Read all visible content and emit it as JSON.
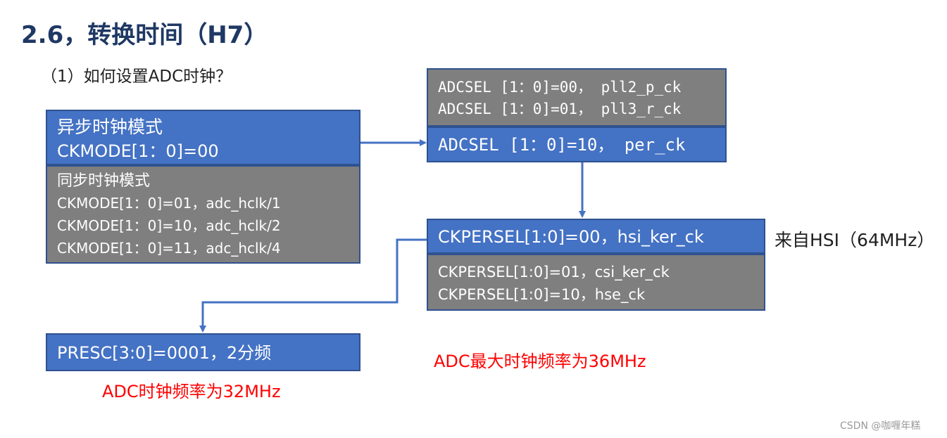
{
  "title": "2.6，转换时间（H7）",
  "subtitle": "（1）如何设置ADC时钟？",
  "async_mode": {
    "heading": "异步时钟模式",
    "setting": "CKMODE[1：0]=00"
  },
  "sync_mode": {
    "heading": "同步时钟模式",
    "options": [
      "CKMODE[1：0]=01，adc_hclk/1",
      "CKMODE[1：0]=10，adc_hclk/2",
      "CKMODE[1：0]=11，adc_hclk/4"
    ]
  },
  "adcsel": {
    "other_options": [
      "ADCSEL [1：0]=00， pll2_p_ck",
      "ADCSEL [1：0]=01， pll3_r_ck"
    ],
    "selected": "ADCSEL [1：0]=10， per_ck"
  },
  "ckpersel": {
    "selected": "CKPERSEL[1:0]=00，hsi_ker_ck",
    "other_options": [
      "CKPERSEL[1:0]=01，csi_ker_ck",
      "CKPERSEL[1:0]=10，hse_ck"
    ],
    "note": "来自HSI（64MHz）"
  },
  "presc": {
    "setting": "PRESC[3:0]=0001，2分频",
    "note": "ADC时钟频率为32MHz"
  },
  "max_note": "ADC最大时钟频率为36MHz",
  "watermark": "CSDN @咖喱年糕",
  "colors": {
    "title": "#1f3864",
    "box_blue": "#4472c4",
    "box_gray": "#7f7f7f",
    "box_border": "#2f528f",
    "arrow": "#4472c4",
    "note_red": "#ff0000"
  }
}
